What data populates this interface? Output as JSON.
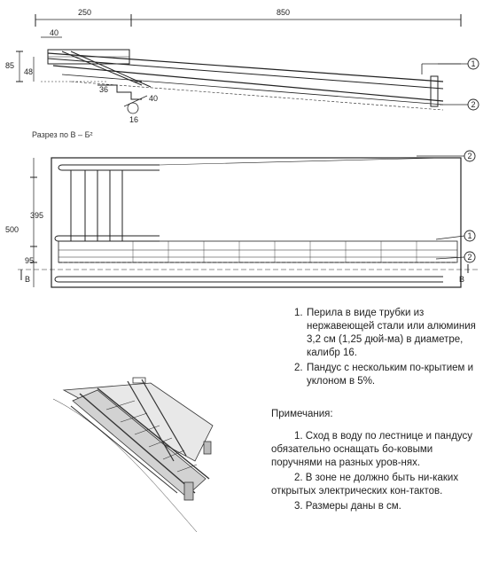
{
  "dimensions": {
    "top_left_len": "250",
    "top_right_len": "850",
    "top_small": "40",
    "top_height": "85",
    "top_small2": "48",
    "step_w1": "36",
    "step_w2": "40",
    "step_w3": "16",
    "plan_width": "500",
    "plan_inner": "395",
    "plan_small": "95",
    "plan_section_label": "В"
  },
  "section_caption": "Разрез по В – Б²",
  "callouts": [
    "1",
    "2",
    "2",
    "1",
    "2"
  ],
  "legend": [
    {
      "num": "1.",
      "text": "Перила в виде трубки из нержавеющей стали или алюминия 3,2 см (1,25 дюй-ма) в диаметре, калибр 16."
    },
    {
      "num": "2.",
      "text": "Пандус с нескольким по-крытием и уклоном в 5%."
    }
  ],
  "notes_title": "Примечания:",
  "notes": [
    "1. Сход в воду по лестнице и пандусу обязательно оснащать бо-ковыми поручнями на разных уров-нях.",
    "2. В зоне не должно быть ни-каких открытых электрических кон-тактов.",
    "3. Размеры даны в см."
  ]
}
